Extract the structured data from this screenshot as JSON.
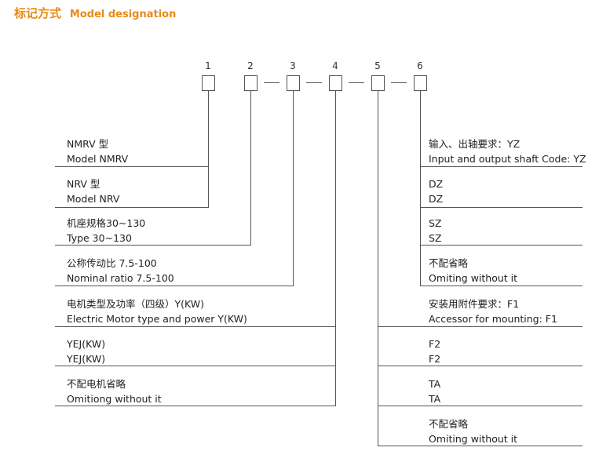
{
  "title": {
    "cn": "标记方式",
    "en": "Model designation"
  },
  "positions": [
    "1",
    "2",
    "3",
    "4",
    "5",
    "6"
  ],
  "left_items": [
    {
      "cn": "NMRV 型",
      "en": "Model NMRV"
    },
    {
      "cn": "NRV 型",
      "en": "Model NRV"
    },
    {
      "cn": "机座规格30~130",
      "en": "Type 30~130"
    },
    {
      "cn": "公称传动比 7.5-100",
      "en": "Nominal ratio 7.5-100"
    },
    {
      "cn": "电机类型及功率（四级）Y(KW)",
      "en": "Electric Motor type and power Y(KW)"
    },
    {
      "cn": "YEJ(KW)",
      "en": "YEJ(KW)"
    },
    {
      "cn": "不配电机省略",
      "en": "Omitiong without it"
    }
  ],
  "right_items": [
    {
      "cn": "输入、出轴要求：YZ",
      "en": "Input and output shaft Code: YZ"
    },
    {
      "cn": "DZ",
      "en": "DZ"
    },
    {
      "cn": "SZ",
      "en": "SZ"
    },
    {
      "cn": "不配省略",
      "en": "Omiting without it"
    },
    {
      "cn": "安装用附件要求：F1",
      "en": "Accessor for mounting: F1"
    },
    {
      "cn": "F2",
      "en": "F2"
    },
    {
      "cn": "TA",
      "en": "TA"
    },
    {
      "cn": "不配省略",
      "en": "Omiting without it"
    }
  ]
}
